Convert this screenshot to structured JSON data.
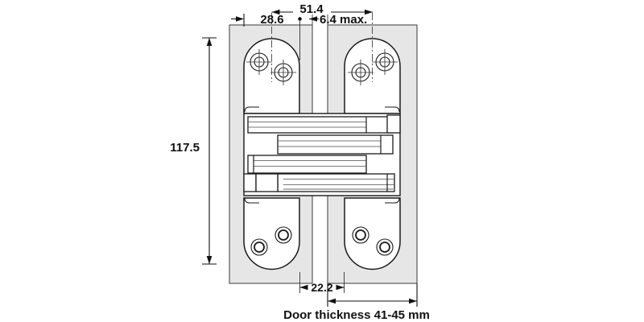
{
  "drawing": {
    "dims": {
      "top_span": "51.4",
      "plate_width": "28.6",
      "reveal_max": "6.4 max.",
      "total_height": "117.5",
      "bottom_span": "22.2",
      "door_thickness_note": "Door thickness 41-45 mm"
    },
    "colors": {
      "panel_fill": "#e6e6e6",
      "outline": "#1a1a1a",
      "text": "#111111"
    }
  }
}
